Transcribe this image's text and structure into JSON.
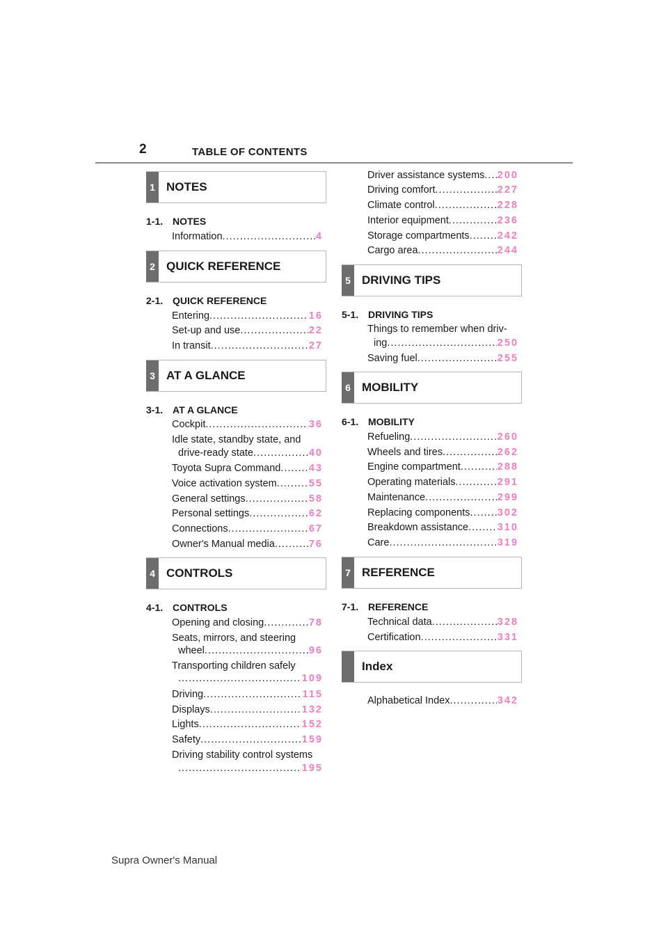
{
  "header": {
    "page_number": "2",
    "title": "TABLE OF CONTENTS"
  },
  "sections": [
    {
      "num": "1",
      "title": "NOTES",
      "sub_num": "1-1.",
      "sub_title": "NOTES",
      "entries": [
        {
          "label": "Information",
          "page": "4"
        }
      ]
    },
    {
      "num": "2",
      "title": "QUICK REFERENCE",
      "sub_num": "2-1.",
      "sub_title": "QUICK REFERENCE",
      "entries": [
        {
          "label": "Entering",
          "page": "16"
        },
        {
          "label": "Set-up and use",
          "page": "22"
        },
        {
          "label": "In transit",
          "page": "27"
        }
      ]
    },
    {
      "num": "3",
      "title": "AT A GLANCE",
      "sub_num": "3-1.",
      "sub_title": "AT A GLANCE",
      "entries": [
        {
          "label": "Cockpit",
          "page": "36"
        },
        {
          "label_line1": "Idle state, standby state, and",
          "label": "drive-ready state",
          "page": "40"
        },
        {
          "label": "Toyota Supra Command",
          "page": "43"
        },
        {
          "label": "Voice activation system",
          "page": "55"
        },
        {
          "label": "General settings",
          "page": "58"
        },
        {
          "label": "Personal settings",
          "page": "62"
        },
        {
          "label": "Connections",
          "page": "67"
        },
        {
          "label": "Owner's Manual media",
          "page": "76"
        }
      ]
    },
    {
      "num": "4",
      "title": "CONTROLS",
      "sub_num": "4-1.",
      "sub_title": "CONTROLS",
      "entries": [
        {
          "label": "Opening and closing",
          "page": "78"
        },
        {
          "label_line1": "Seats, mirrors, and steering",
          "label": "wheel",
          "page": "96"
        },
        {
          "label_line1": "Transporting children safely",
          "label": "",
          "page": "109"
        },
        {
          "label": "Driving",
          "page": "115"
        },
        {
          "label": "Displays",
          "page": "132"
        },
        {
          "label": "Lights",
          "page": "152"
        },
        {
          "label": "Safety",
          "page": "159"
        },
        {
          "label_line1": "Driving stability control systems",
          "label": "",
          "page": "195"
        },
        {
          "label": "Driver assistance systems",
          "page": "200"
        },
        {
          "label": "Driving comfort",
          "page": "227"
        },
        {
          "label": "Climate control",
          "page": "228"
        },
        {
          "label": "Interior equipment",
          "page": "236"
        },
        {
          "label": "Storage compartments",
          "page": "242"
        },
        {
          "label": "Cargo area",
          "page": "244"
        }
      ]
    },
    {
      "num": "5",
      "title": "DRIVING TIPS",
      "sub_num": "5-1.",
      "sub_title": "DRIVING TIPS",
      "entries": [
        {
          "label_line1": "Things to remember when driv-",
          "label": "ing",
          "page": "250"
        },
        {
          "label": "Saving fuel",
          "page": "255"
        }
      ]
    },
    {
      "num": "6",
      "title": "MOBILITY",
      "sub_num": "6-1.",
      "sub_title": "MOBILITY",
      "entries": [
        {
          "label": "Refueling",
          "page": "260"
        },
        {
          "label": "Wheels and tires",
          "page": "262"
        },
        {
          "label": "Engine compartment",
          "page": "288"
        },
        {
          "label": "Operating materials",
          "page": "291"
        },
        {
          "label": "Maintenance",
          "page": "299"
        },
        {
          "label": "Replacing components",
          "page": "302"
        },
        {
          "label": "Breakdown assistance",
          "page": "310"
        },
        {
          "label": "Care",
          "page": "319"
        }
      ]
    },
    {
      "num": "7",
      "title": "REFERENCE",
      "sub_num": "7-1.",
      "sub_title": "REFERENCE",
      "entries": [
        {
          "label": "Technical data",
          "page": "328"
        },
        {
          "label": "Certification",
          "page": "331"
        }
      ]
    },
    {
      "num": "",
      "title": "Index",
      "entries": [
        {
          "label": "Alphabetical Index",
          "page": "342"
        }
      ]
    }
  ],
  "footer": {
    "text": "Supra Owner's Manual"
  }
}
